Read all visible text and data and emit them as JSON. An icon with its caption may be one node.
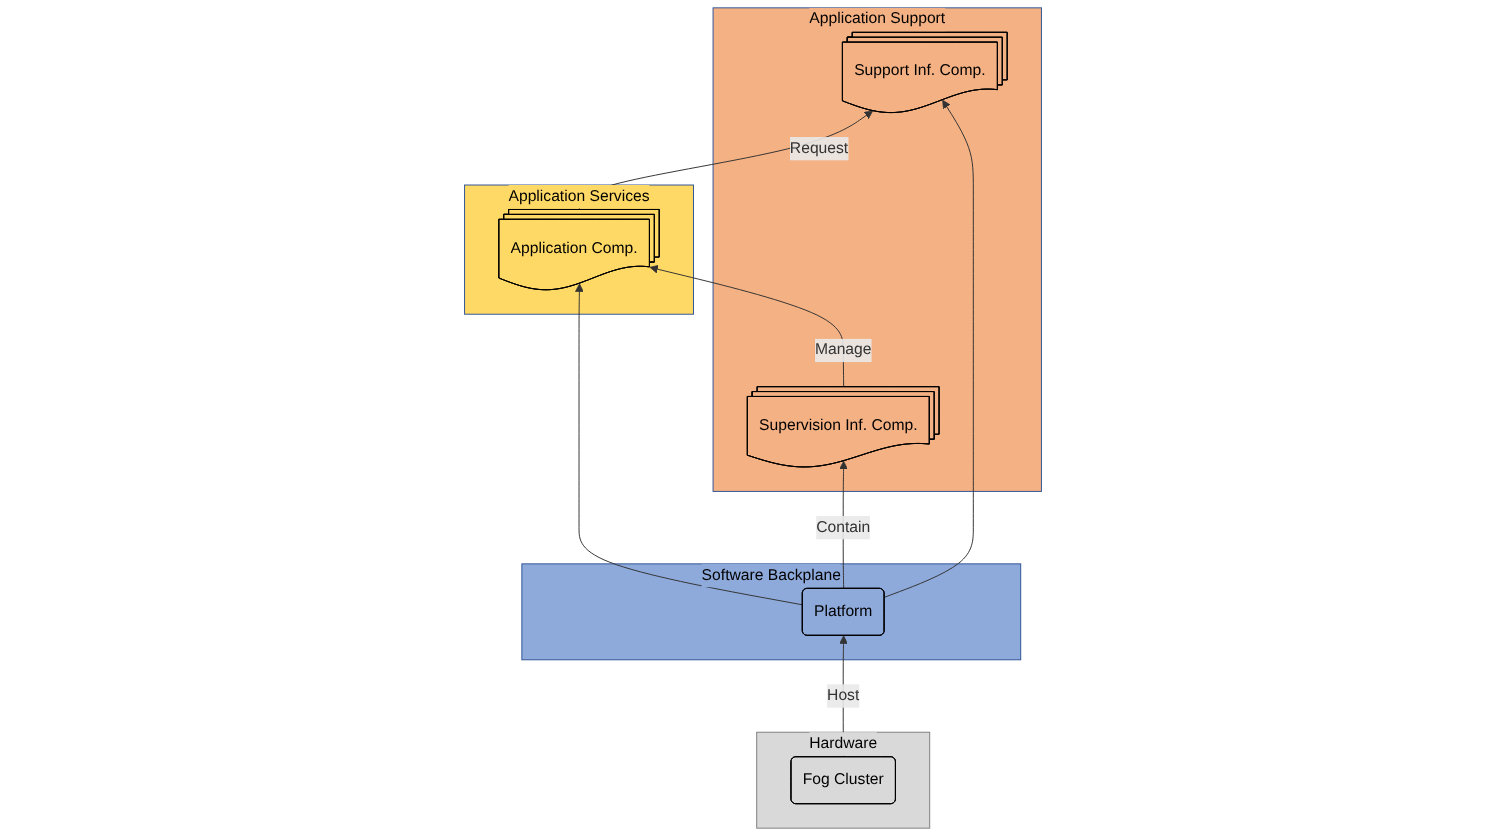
{
  "diagram": {
    "nodes": [
      {
        "text": [
          "Application Services"
        ]
      },
      {
        "text": [
          "Application Comp."
        ],
        "in": 0
      },
      {
        "text": [
          "Application Support"
        ]
      },
      {
        "text": [
          "Support Inf. Comp."
        ],
        "in": 2
      },
      {
        "text": [
          "Supervision Inf. Comp."
        ],
        "in": 2
      },
      {
        "text": [
          "Software Backplane"
        ]
      },
      {
        "text": [
          "Platform"
        ],
        "in": 5
      },
      {
        "text": [
          "Hardware"
        ]
      },
      {
        "text": [
          "Fog Cluster"
        ],
        "in": 7
      }
    ],
    "edges": [
      {
        "from": 1,
        "to": 3,
        "arrow": "to",
        "label": "Request"
      },
      {
        "from": 4,
        "to": 1,
        "arrow": "to",
        "label": "Manage"
      },
      {
        "from": 6,
        "to": 3,
        "arrow": "to"
      },
      {
        "from": 6,
        "to": 4,
        "arrow": "to",
        "label": "Contain"
      },
      {
        "from": 6,
        "to": 1,
        "arrow": "to"
      },
      {
        "from": 8,
        "to": 6,
        "arrow": "to",
        "label": "Host"
      }
    ]
  }
}
